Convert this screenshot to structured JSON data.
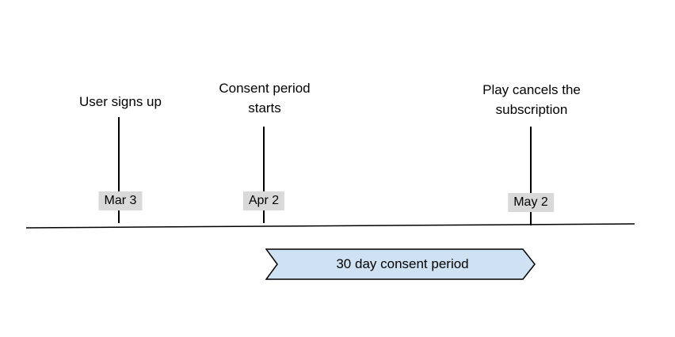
{
  "diagram": {
    "type": "timeline",
    "events": [
      {
        "label": "User signs up",
        "date": "Mar 3"
      },
      {
        "label": "Consent period\nstarts",
        "date": "Apr 2"
      },
      {
        "label": "Play cancels the\nsubscription",
        "date": "May 2"
      }
    ],
    "span": {
      "label": "30 day consent period",
      "from_date": "Apr 2",
      "to_date": "May 2"
    },
    "colors": {
      "date_badge_bg": "#d9d9d9",
      "span_fill": "#cfe2f3",
      "line": "#000000",
      "background": "#ffffff"
    }
  }
}
